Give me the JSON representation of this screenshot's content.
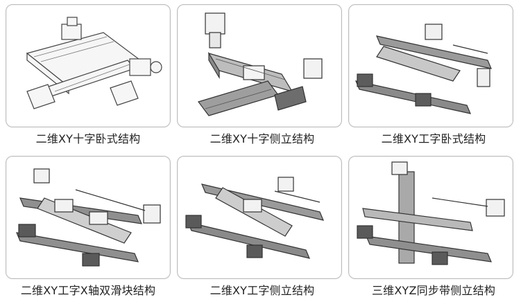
{
  "items": [
    {
      "caption": "二维XY十字卧式结构"
    },
    {
      "caption": "二维XY十字侧立结构"
    },
    {
      "caption": "二维XY工字卧式结构"
    },
    {
      "caption": "二维XY工字X轴双滑块结构"
    },
    {
      "caption": "二维XY工字侧立结构"
    },
    {
      "caption": "三维XYZ同步带侧立结构"
    }
  ]
}
